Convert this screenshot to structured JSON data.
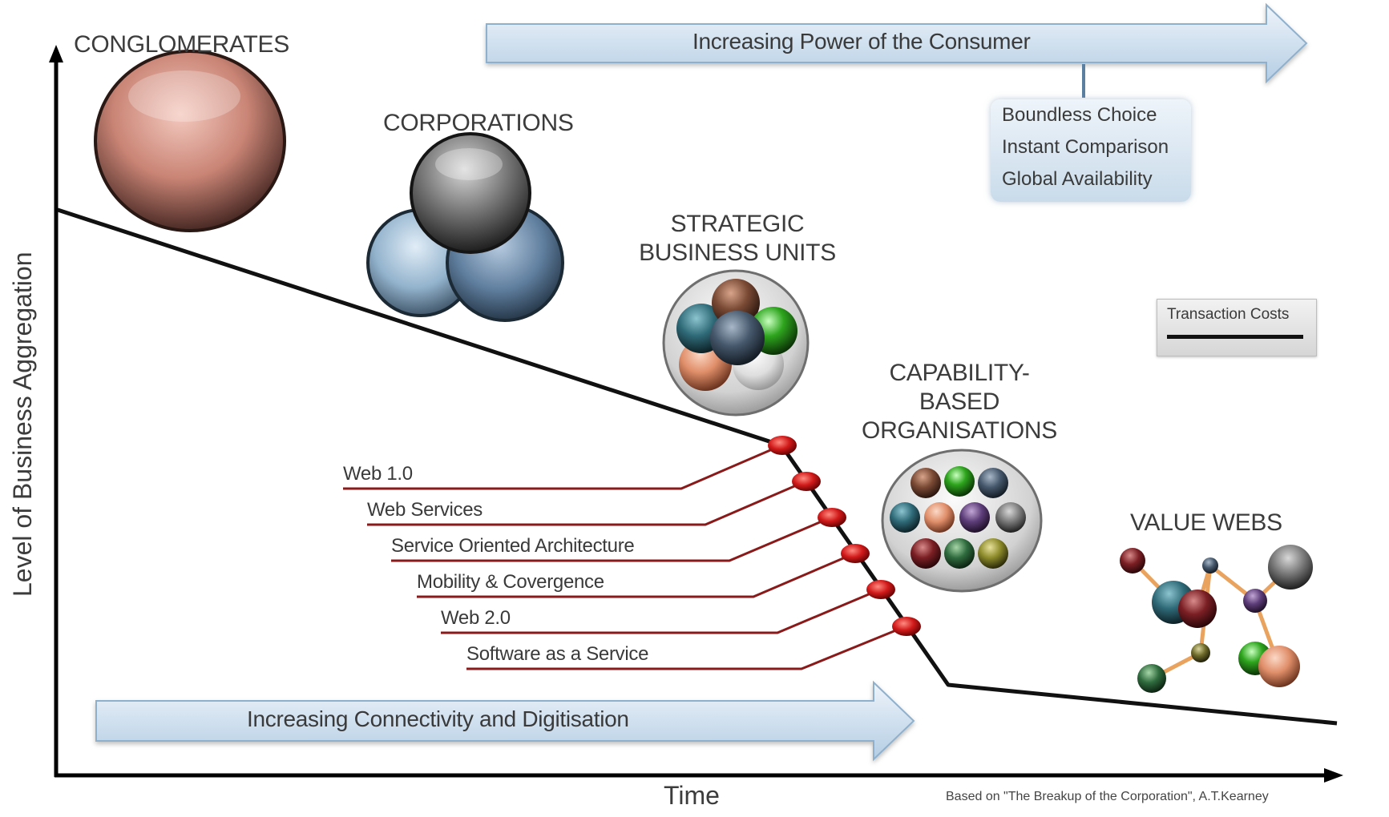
{
  "stages": [
    {
      "lines": [
        "CONGLOMERATES"
      ]
    },
    {
      "lines": [
        "CORPORATIONS"
      ]
    },
    {
      "lines": [
        "STRATEGIC",
        "BUSINESS UNITS"
      ]
    },
    {
      "lines": [
        "CAPABILITY-",
        "BASED",
        "ORGANISATIONS"
      ]
    },
    {
      "lines": [
        "VALUE WEBS"
      ]
    }
  ],
  "top_arrow": {
    "label": "Increasing Power of the Consumer"
  },
  "consumer_box": {
    "items": [
      "Boundless Choice",
      "Instant Comparison",
      "Global Availability"
    ]
  },
  "legend": {
    "label": "Transaction Costs"
  },
  "bottom_arrow": {
    "label": "Increasing Connectivity and Digitisation"
  },
  "technologies": [
    "Web 1.0",
    "Web Services",
    "Service Oriented Architecture",
    "Mobility & Covergence",
    "Web 2.0",
    "Software as a Service"
  ],
  "axes": {
    "y_label": "Level of Business Aggregation",
    "x_label": "Time"
  },
  "source": "Based on \"The Breakup of the Corporation\", A.T.Kearney",
  "colors": {
    "arrow_fill_top": "#eaf2fa",
    "arrow_fill_bottom": "#b9d0e5",
    "arrow_stroke": "#8fb0cc",
    "cost_line": "#111111",
    "milestone": "#c8121b",
    "leader_line": "#8a1a1a",
    "conglomerate_sphere": "#c77f73",
    "corporation_grey": "#6e6e6e",
    "corporation_blue": "#6f8fae"
  }
}
